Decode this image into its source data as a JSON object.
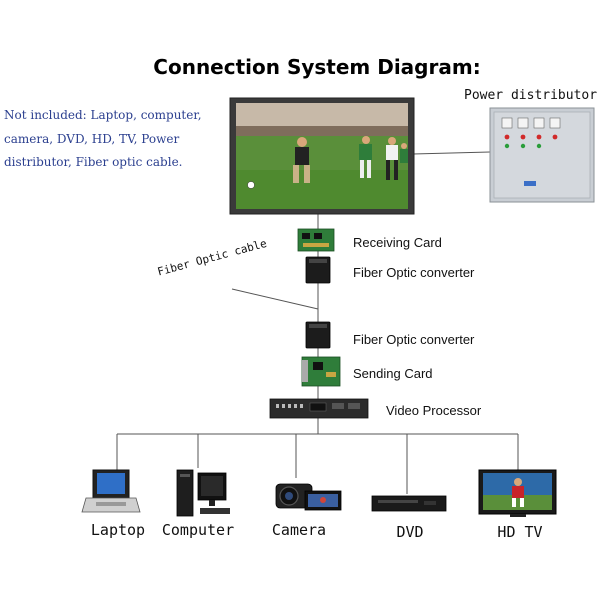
{
  "title": "Connection System Diagram:",
  "note": "Not included: Laptop, computer, camera, DVD, HD, TV, Power distributor, Fiber optic cable.",
  "power_distributor_label": "Power distributor",
  "fiber_cable_label": "Fiber Optic cable",
  "chain": {
    "receiving_card": "Receiving Card",
    "fiber_converter_top": "Fiber Optic converter",
    "fiber_converter_bottom": "Fiber Optic converter",
    "sending_card": "Sending Card",
    "video_processor": "Video Processor"
  },
  "devices": {
    "laptop": "Laptop",
    "computer": "Computer",
    "camera": "Camera",
    "dvd": "DVD",
    "hdtv": "HD TV"
  },
  "colors": {
    "note_text": "#2b3f8f",
    "cabinet": "#c9ced4",
    "card_green": "#2f7d3a",
    "line": "#555555"
  },
  "icons": [
    "led-screen-icon",
    "power-cabinet-icon",
    "receiving-card-icon",
    "fiber-converter-icon",
    "sending-card-icon",
    "video-processor-icon",
    "laptop-icon",
    "computer-icon",
    "camera-icon",
    "dvd-player-icon",
    "tv-icon"
  ]
}
